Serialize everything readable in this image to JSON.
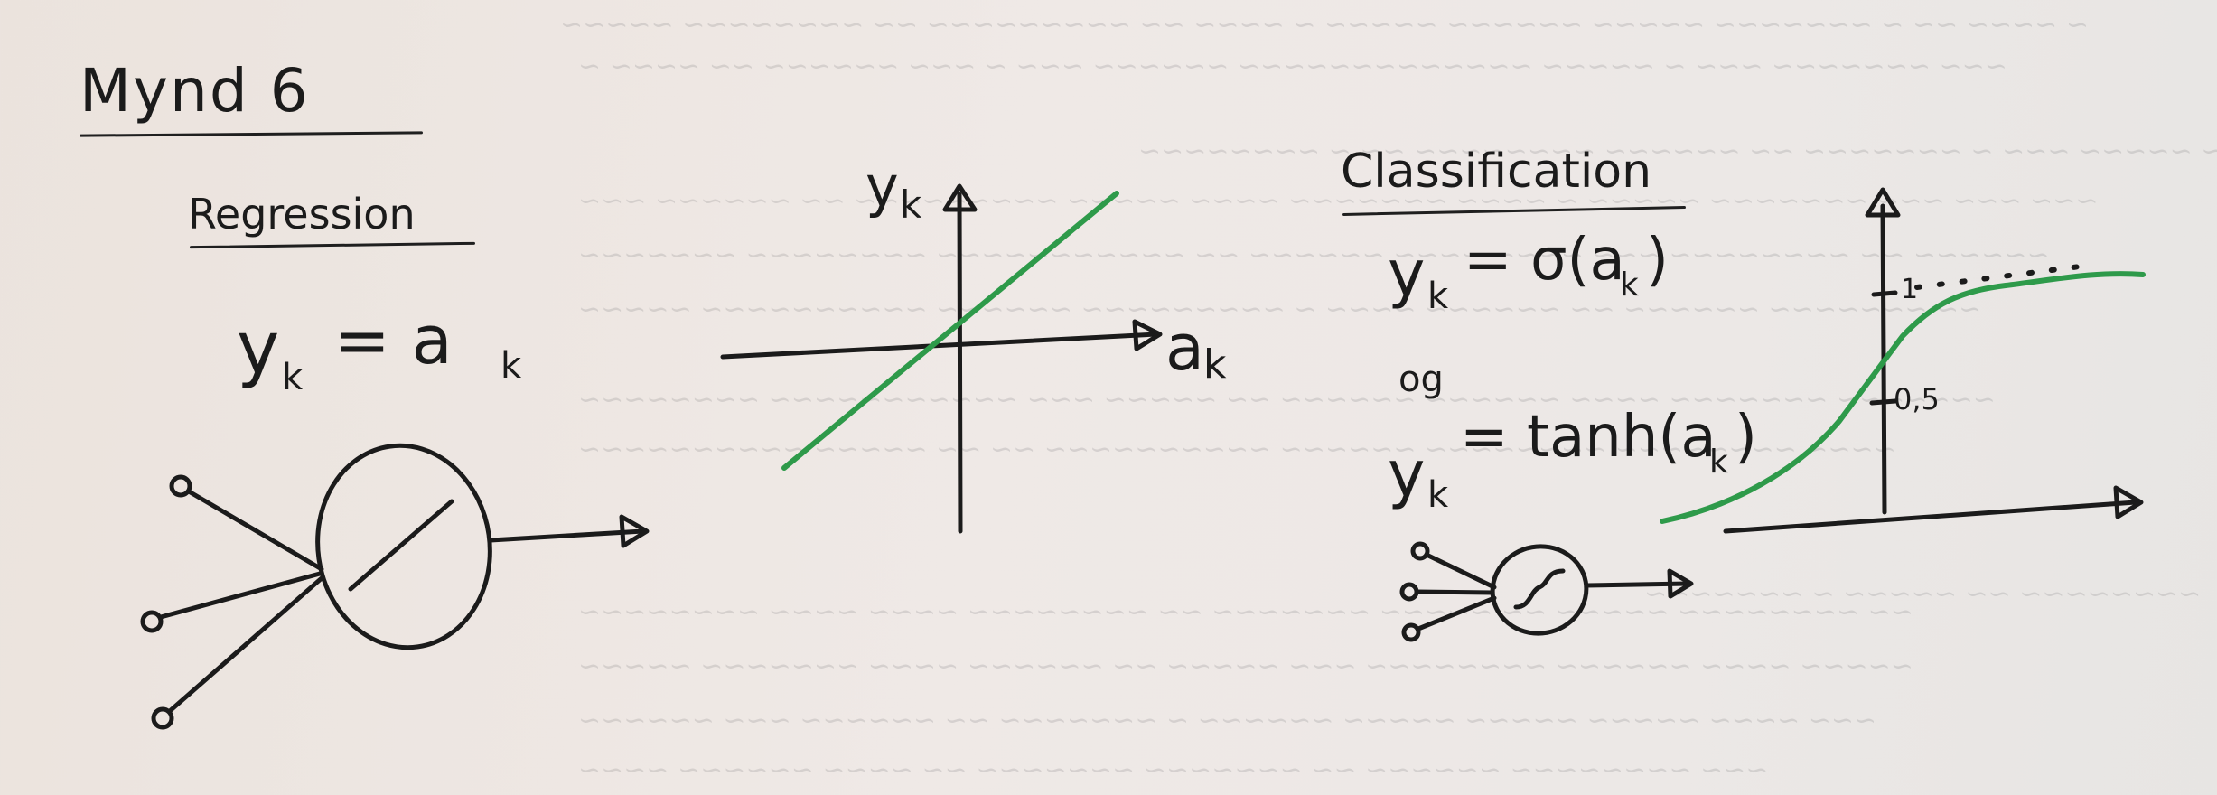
{
  "figure": {
    "title": "Mynd 6",
    "regression": {
      "heading": "Regression",
      "equation": "y",
      "equation_sub": "k",
      "equation_rhs": "= a",
      "equation_rhs_sub": "k",
      "graph_y_label": "y",
      "graph_y_sub": "k",
      "graph_x_label": "a",
      "graph_x_sub": "k"
    },
    "classification": {
      "heading": "Classification",
      "eq1_lhs": "y",
      "eq1_lhs_sub": "k",
      "eq1_rhs": "= σ(a",
      "eq1_rhs_sub": "k",
      "eq1_close": ")",
      "conjunction": "og",
      "eq2_rhs": "= tanh(a",
      "eq2_rhs_sub": "k",
      "eq2_close": ")",
      "eq2_lhs": "y",
      "eq2_lhs_sub": "k",
      "tick_top": "1",
      "tick_mid": "0,5"
    },
    "colors": {
      "ink": "#1b1b1b",
      "curve": "#2e9a4a"
    }
  }
}
